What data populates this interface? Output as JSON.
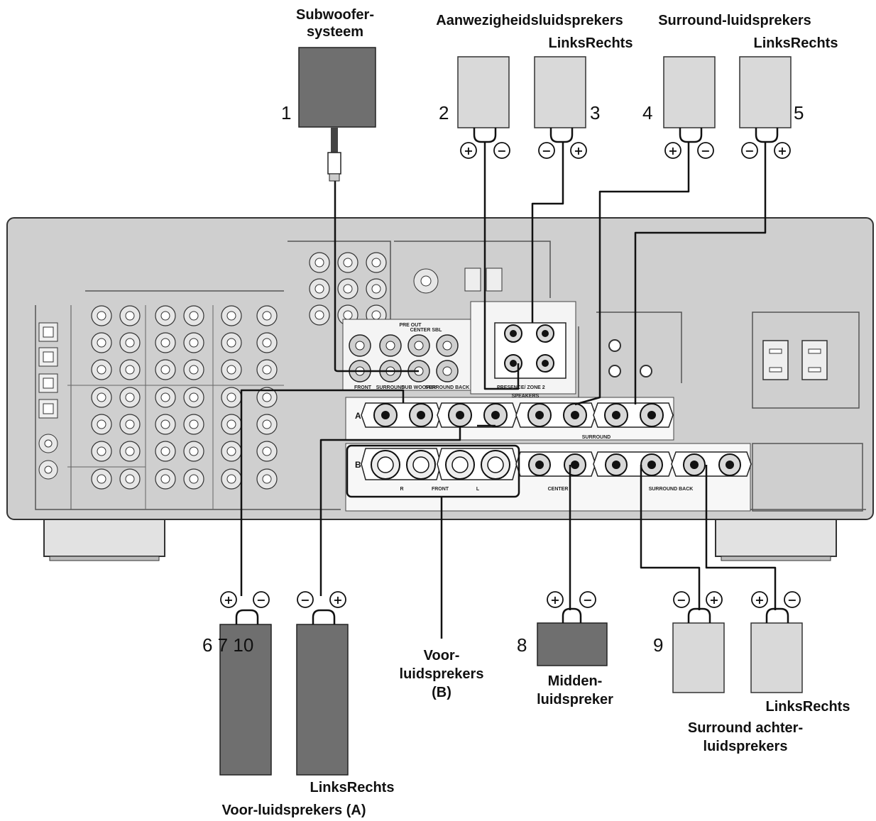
{
  "labels": {
    "subwoofer": [
      "Subwoofer-",
      "systeem"
    ],
    "presence_speakers": "Aanwezigheidsluidsprekers",
    "surround_speakers": "Surround-luidsprekers",
    "left_right": "LinksRechts",
    "front_b": [
      "Voor-",
      "luidsprekers",
      "(B)"
    ],
    "center": [
      "Midden-",
      "luidspreker"
    ],
    "surround_back": [
      "Surround achter-",
      "luidsprekers"
    ],
    "front_a": "Voor-luidsprekers (A)"
  },
  "numbers": {
    "n1": "1",
    "n2": "2",
    "n3": "3",
    "n4": "4",
    "n5": "5",
    "n6_7_10": "6 7 10",
    "n8": "8",
    "n9": "9"
  },
  "polarity": {
    "plus": "+",
    "minus": "−"
  },
  "panel": {
    "pre_out": "PRE OUT",
    "center_sbl": "CENTER SBL",
    "front": "FRONT",
    "surround": "SURROUND",
    "sub_woofer": "SUB WOOFER",
    "surround_back": "SURROUND BACK",
    "presence_zone": "PRESENCE/ ZONE 2",
    "speakers": "SPEAKERS",
    "row_a": "A",
    "row_b": "B",
    "center": "CENTER",
    "r": "R",
    "l": "L"
  }
}
